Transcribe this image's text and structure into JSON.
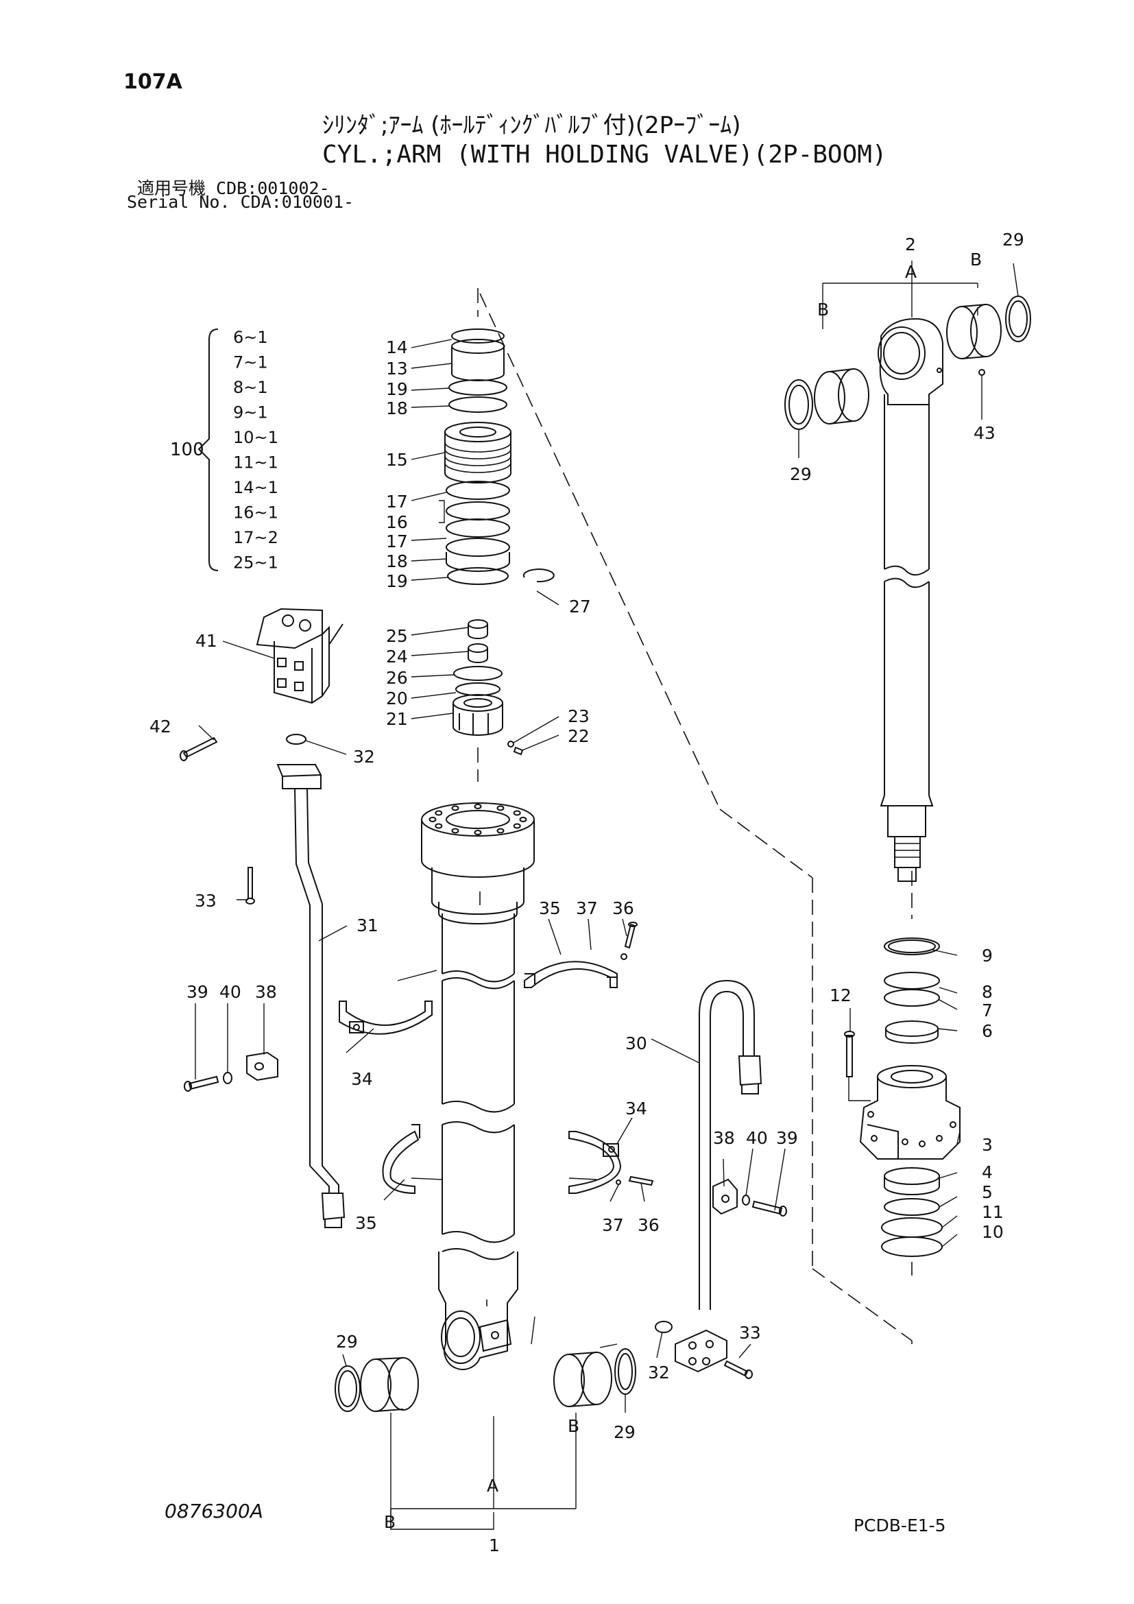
{
  "header": {
    "page_number": "107A",
    "title_jp": "ｼﾘﾝﾀﾞ;ｱｰﾑ (ﾎｰﾙﾃﾞｨﾝｸﾞﾊﾞﾙﾌﾞ付)(2Pｰﾌﾞｰﾑ)",
    "title_en": "CYL.;ARM (WITH HOLDING VALVE)(2P-BOOM)",
    "serial_line_1": "適用号機 CDB:001002-",
    "serial_line_2": "Serial No. CDA:010001-"
  },
  "kit": {
    "label": "100",
    "items": [
      "6~1",
      "7~1",
      "8~1",
      "9~1",
      "10~1",
      "11~1",
      "14~1",
      "16~1",
      "17~2",
      "25~1"
    ]
  },
  "callouts": {
    "c14": "14",
    "c13": "13",
    "c19a": "19",
    "c18a": "18",
    "c15": "15",
    "c17a": "17",
    "c16": "16",
    "c17b": "17",
    "c18b": "18",
    "c19b": "19",
    "c27": "27",
    "c25": "25",
    "c24": "24",
    "c26": "26",
    "c20": "20",
    "c21": "21",
    "c23": "23",
    "c22": "22",
    "c41": "41",
    "c42": "42",
    "c32a": "32",
    "c33a": "33",
    "c31": "31",
    "c39a": "39",
    "c40a": "40",
    "c38a": "38",
    "c34a": "34",
    "c35a": "35",
    "c37a": "37",
    "c36a": "36",
    "c30": "30",
    "c34b": "34",
    "c35b": "35",
    "c38b": "38",
    "c40b": "40",
    "c39b": "39",
    "c37b": "37",
    "c36b": "36",
    "c29a": "29",
    "c29b": "29",
    "c32b": "32",
    "c33b": "33",
    "cAb": "A",
    "cBb1": "B",
    "cBb2": "B",
    "c1": "1",
    "c2": "2",
    "cAr": "A",
    "cBr1": "B",
    "cBr2": "B",
    "c29r1": "29",
    "c29r2": "29",
    "c43": "43",
    "c9": "9",
    "c12": "12",
    "c8": "8",
    "c7": "7",
    "c6": "6",
    "c3": "3",
    "c4": "4",
    "c5": "5",
    "c11": "11",
    "c10": "10"
  },
  "footer": {
    "left_code": "0876300A",
    "right_code": "PCDB-E1-5"
  }
}
